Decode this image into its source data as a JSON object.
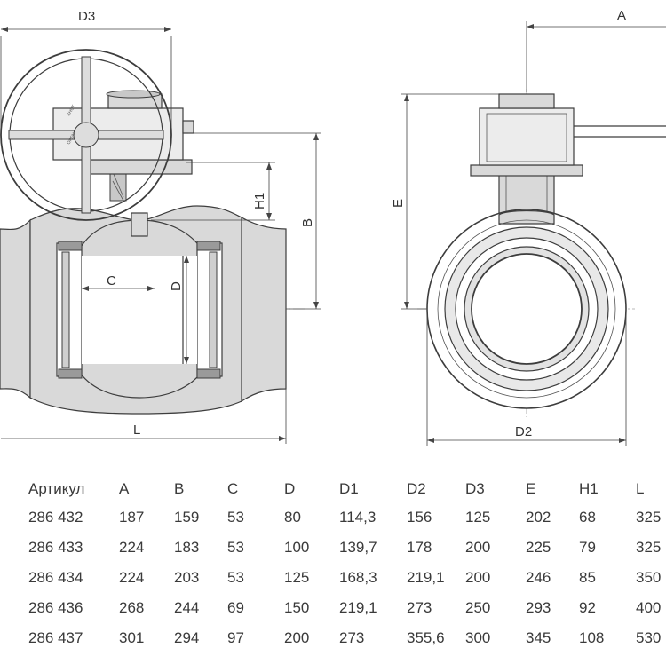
{
  "dimension_labels": {
    "D3": "D3",
    "A": "A",
    "E": "E",
    "B": "B",
    "H1": "H1",
    "C": "C",
    "D": "D",
    "L": "L",
    "D2": "D2"
  },
  "handwheel_marks": [
    "SHUT",
    "OPEN"
  ],
  "colors": {
    "line": "#3d3d3d",
    "fill": "#d9d9d9",
    "text": "#3a3a3a",
    "background": "#ffffff"
  },
  "table": {
    "headers": [
      "Артикул",
      "A",
      "B",
      "C",
      "D",
      "D1",
      "D2",
      "D3",
      "E",
      "H1",
      "L"
    ],
    "rows": [
      [
        "286 432",
        "187",
        "159",
        "53",
        "80",
        "114,3",
        "156",
        "125",
        "202",
        "68",
        "325"
      ],
      [
        "286 433",
        "224",
        "183",
        "53",
        "100",
        "139,7",
        "178",
        "200",
        "225",
        "79",
        "325"
      ],
      [
        "286 434",
        "224",
        "203",
        "53",
        "125",
        "168,3",
        "219,1",
        "200",
        "246",
        "85",
        "350"
      ],
      [
        "286 436",
        "268",
        "244",
        "69",
        "150",
        "219,1",
        "273",
        "250",
        "293",
        "92",
        "400"
      ],
      [
        "286 437",
        "301",
        "294",
        "97",
        "200",
        "273",
        "355,6",
        "300",
        "345",
        "108",
        "530"
      ]
    ]
  }
}
